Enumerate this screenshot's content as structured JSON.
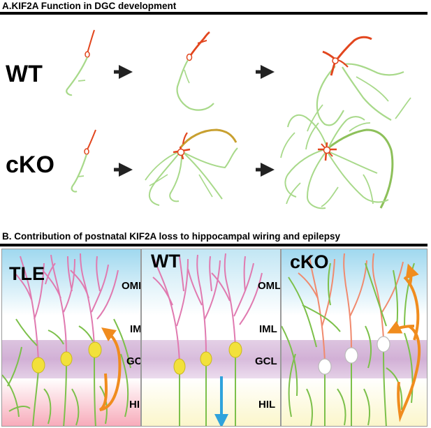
{
  "section_a": {
    "title": "A.KIF2A Function in DGC development",
    "rows": [
      {
        "label": "WT"
      },
      {
        "label": "cKO"
      }
    ],
    "colors": {
      "axon": "#e2461e",
      "dendrite": "#a8d98a",
      "mature_dendrite": "#c8a030"
    }
  },
  "section_b": {
    "title": "B. Contribution of postnatal KIF2A loss to hippocampal wiring and epilepsy",
    "panels": [
      {
        "title": "TLE",
        "layers": [
          "OML",
          "IML",
          "GCL",
          "HIL"
        ]
      },
      {
        "title": "WT",
        "layers": [
          "OML",
          "IML",
          "GCL",
          "HIL"
        ]
      },
      {
        "title": "cKO",
        "layers": []
      }
    ],
    "colors": {
      "oml_band": "#9fd8ef",
      "gcl_band": "#dcc4df",
      "hil_tle": "#f7a9b9",
      "hil_wt": "#fbf6c9",
      "dendrite_pink": "#e07ab0",
      "axon_green": "#7cc04a",
      "soma_yellow": "#f2e13b",
      "arrow_orange": "#f08c1e",
      "arrow_blue": "#2fa3dc"
    }
  }
}
